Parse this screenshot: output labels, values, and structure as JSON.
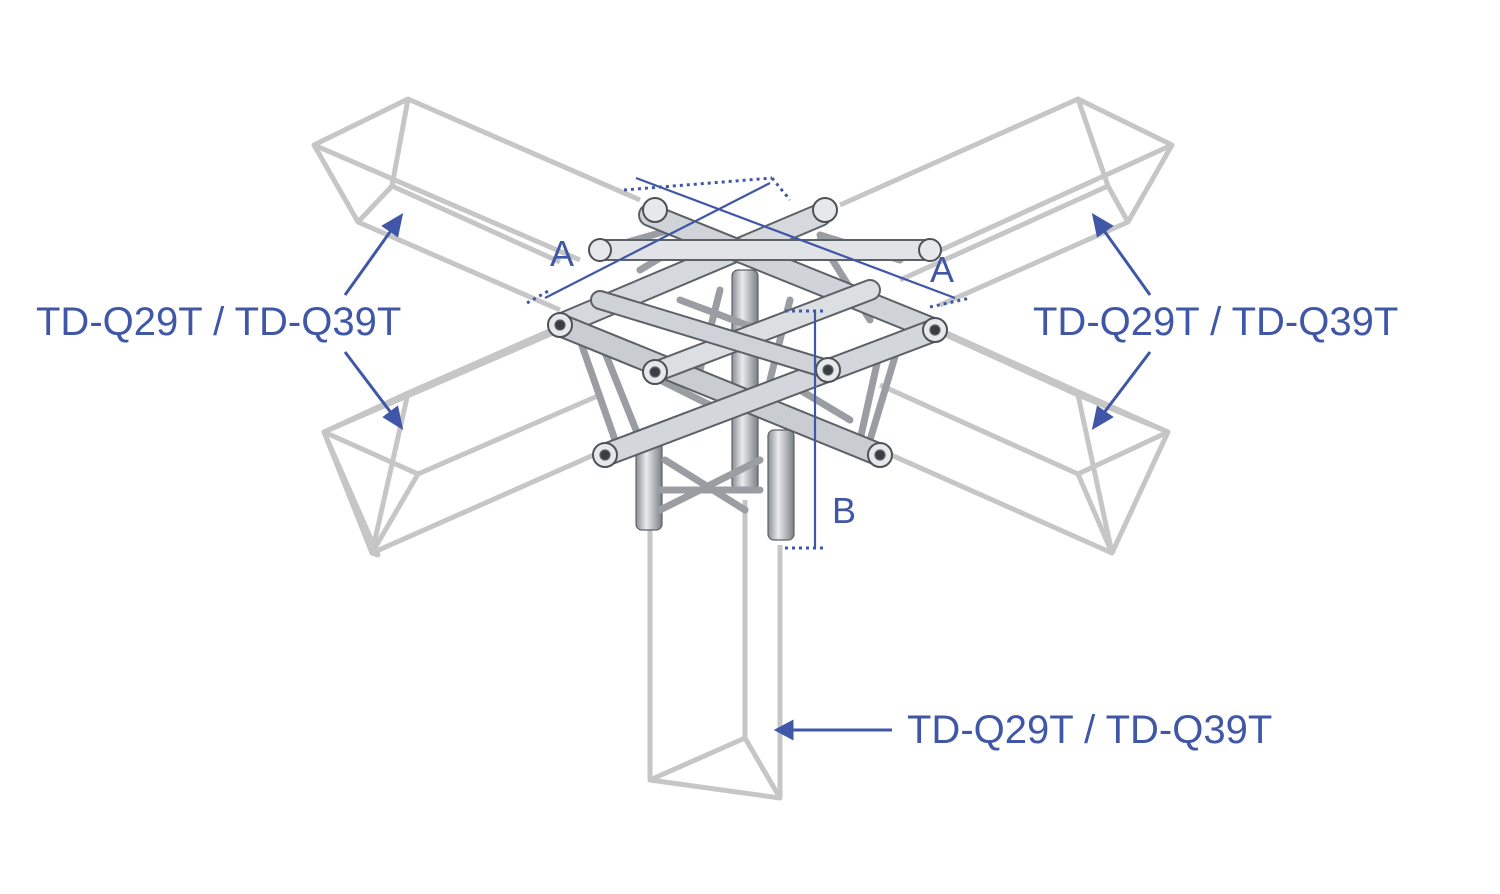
{
  "labels": {
    "left": "TD-Q29T / TD-Q39T",
    "right": "TD-Q29T / TD-Q39T",
    "bottom": "TD-Q29T / TD-Q39T"
  },
  "dimensions": {
    "a_left": "A",
    "a_right": "A",
    "b": "B"
  },
  "colors": {
    "annotation": "#3f57a6",
    "ghost_truss": "#c6c6c6",
    "metal": "#b9bcc0"
  }
}
